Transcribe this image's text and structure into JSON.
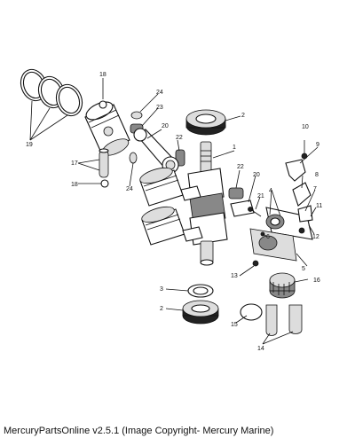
{
  "footer": {
    "text": "MercuryPartsOnline v2.5.1 (Image Copyright- Mercury Marine)"
  },
  "callouts": {
    "c1": "1",
    "c2a": "2",
    "c2b": "2",
    "c3": "3",
    "c4": "4",
    "c5": "5",
    "c6": "6",
    "c7": "7",
    "c8": "8",
    "c9": "9",
    "c10": "10",
    "c11": "11",
    "c12": "12",
    "c13": "13",
    "c14": "14",
    "c15": "15",
    "c16": "16",
    "c17": "17",
    "c18a": "18",
    "c18b": "18",
    "c19": "19",
    "c20a": "20",
    "c20b": "20",
    "c21": "21",
    "c22a": "22",
    "c22b": "22",
    "c23": "23",
    "c24a": "24",
    "c24b": "24"
  }
}
